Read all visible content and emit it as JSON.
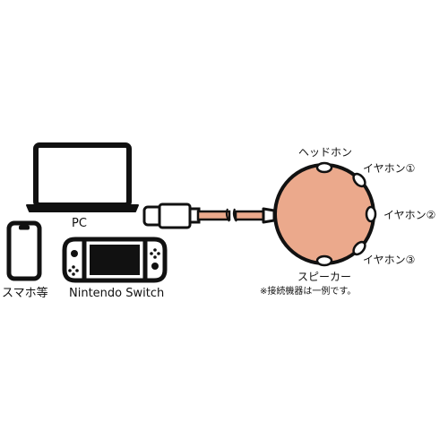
{
  "devices": {
    "pc_label": "PC",
    "smartphone_label": "スマホ等",
    "switch_label": "Nintendo Switch"
  },
  "hub": {
    "ports": {
      "headphone": "ヘッドホン",
      "earphone_1": "イヤホン①",
      "earphone_2": "イヤホン②",
      "earphone_3": "イヤホン③",
      "speaker": "スピーカー"
    },
    "note": "※接続機器は一例です。"
  },
  "colors": {
    "outline": "#111111",
    "hub_fill": "#eba98c",
    "cable_fill": "#eba98c",
    "background": "#ffffff"
  }
}
